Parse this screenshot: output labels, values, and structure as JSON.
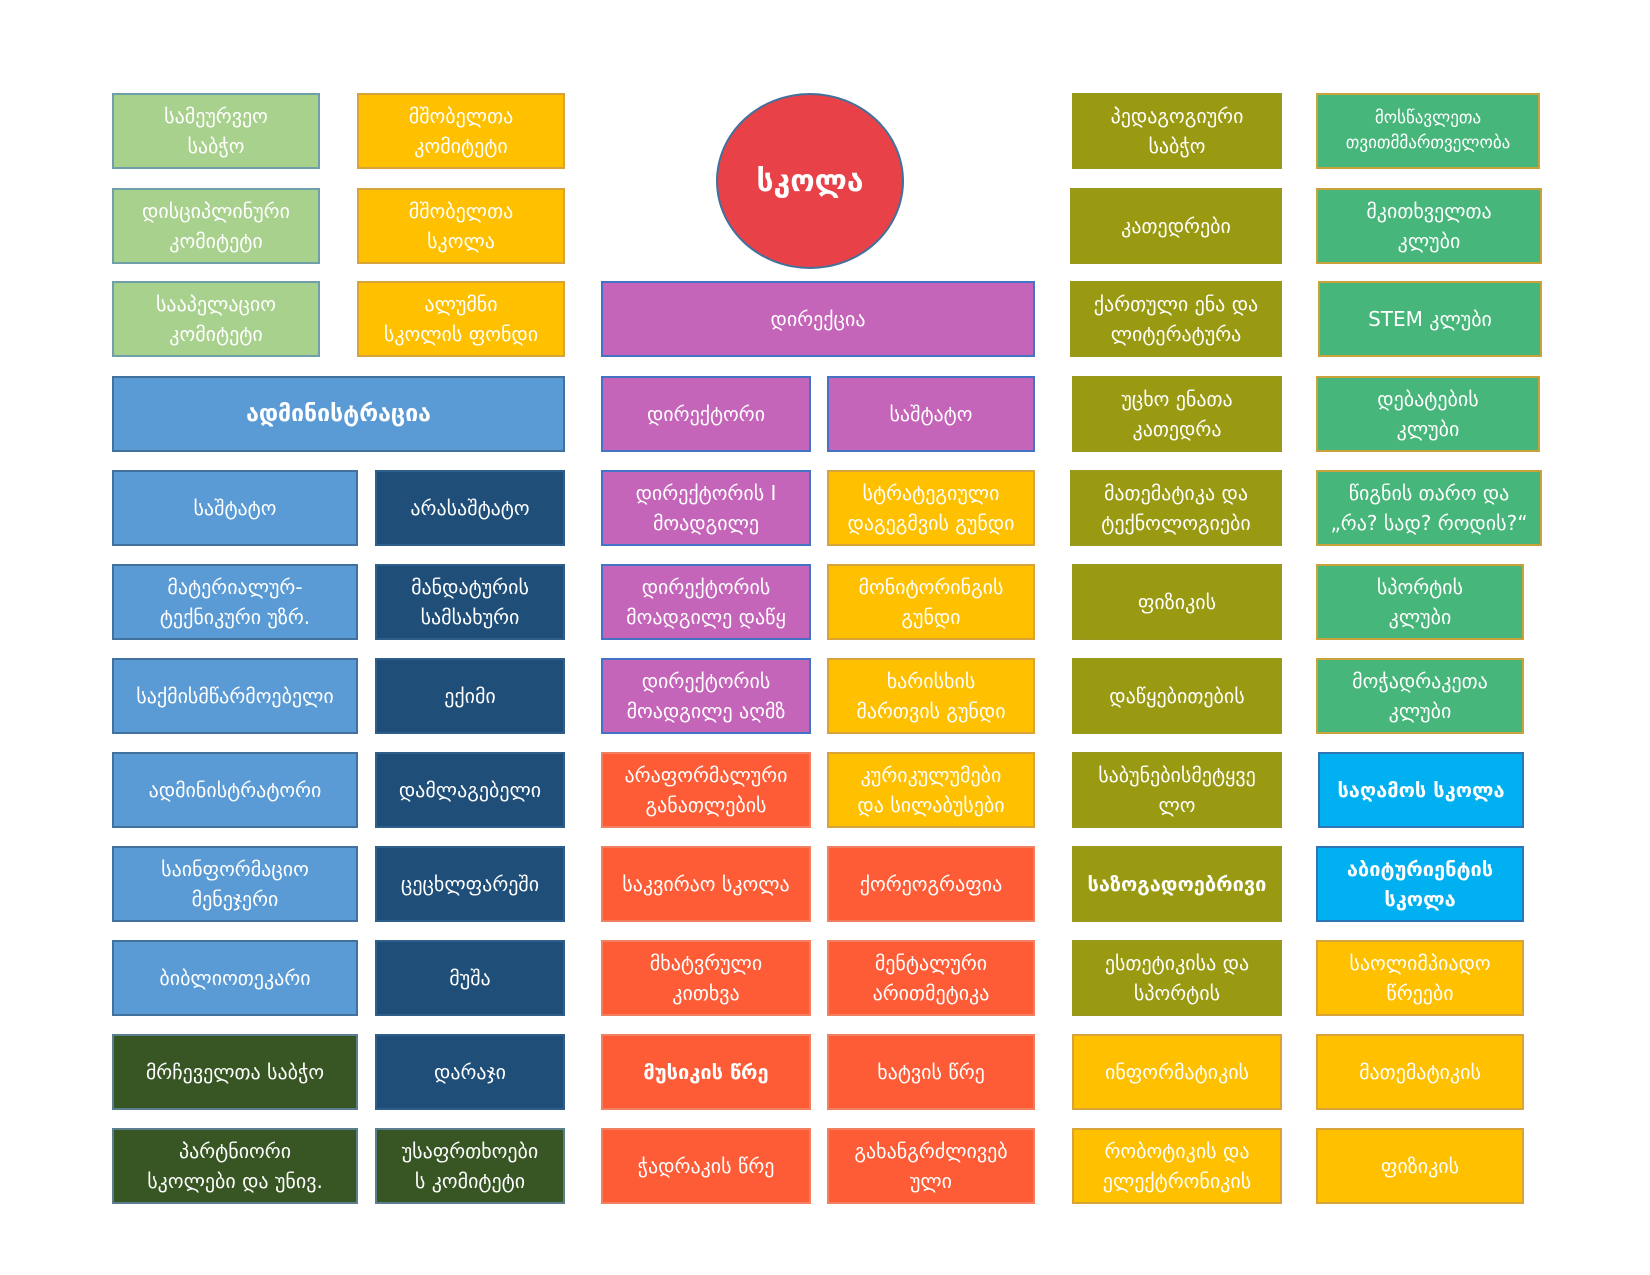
{
  "colors": {
    "light_green": {
      "bg": "#a9d18e",
      "border": "#6f9fa9"
    },
    "yellow": {
      "bg": "#ffc000",
      "border": "#d8a43a"
    },
    "olive": {
      "bg": "#999a11",
      "border": "#9a9a1a"
    },
    "teal": {
      "bg": "#47b67a",
      "border": "#c9a23a"
    },
    "blue": {
      "bg": "#5b9bd5",
      "border": "#41719c"
    },
    "navy": {
      "bg": "#1f4e79",
      "border": "#2e5f8a"
    },
    "dark_green": {
      "bg": "#375623",
      "border": "#5b7e8f"
    },
    "purple": {
      "bg": "#c565b9",
      "border": "#4472c4"
    },
    "red_orange": {
      "bg": "#fe5c36",
      "border": "#f08060"
    },
    "cyan": {
      "bg": "#00b0f0",
      "border": "#2e75b6"
    },
    "circle_red": {
      "bg": "#e84248",
      "border": "#41719c"
    }
  },
  "center": {
    "label": "სკოლა"
  },
  "nodes": [
    {
      "text": "სამეურვეო\nსაბჭო",
      "color": "light_green"
    },
    {
      "text": "დისციპლინური\nკომიტეტი",
      "color": "light_green"
    },
    {
      "text": "სააპელაციო\nკომიტეტი",
      "color": "light_green"
    },
    {
      "text": "მშობელთა\nკომიტეტი",
      "color": "yellow"
    },
    {
      "text": "მშობელთა\nსკოლა",
      "color": "yellow"
    },
    {
      "text": "ალუმნი\nსკოლის ფონდი",
      "color": "yellow"
    },
    {
      "text": "ადმინისტრაცია",
      "color": "blue"
    },
    {
      "text": "საშტატო",
      "color": "blue"
    },
    {
      "text": "მატერიალურ-\nტექნიკური უზრ.",
      "color": "blue"
    },
    {
      "text": "საქმისმწარმოებელი",
      "color": "blue"
    },
    {
      "text": "ადმინისტრატორი",
      "color": "blue"
    },
    {
      "text": "საინფორმაციო\nმენეჯერი",
      "color": "blue"
    },
    {
      "text": "ბიბლიოთეკარი",
      "color": "blue"
    },
    {
      "text": "მრჩეველთა საბჭო",
      "color": "dark_green"
    },
    {
      "text": "პარტნიორი\nსკოლები და უნივ.",
      "color": "dark_green"
    },
    {
      "text": "არასაშტატო",
      "color": "navy"
    },
    {
      "text": "მანდატურის\nსამსახური",
      "color": "navy"
    },
    {
      "text": "ექიმი",
      "color": "navy"
    },
    {
      "text": "დამლაგებელი",
      "color": "navy"
    },
    {
      "text": "ცეცხლფარეში",
      "color": "navy"
    },
    {
      "text": "მუშა",
      "color": "navy"
    },
    {
      "text": "დარაჯი",
      "color": "navy"
    },
    {
      "text": "უსაფრთხოები\nს კომიტეტი",
      "color": "dark_green"
    },
    {
      "text": "დირექცია",
      "color": "purple"
    },
    {
      "text": "დირექტორი",
      "color": "purple"
    },
    {
      "text": "დირექტორის I\nმოადგილე",
      "color": "purple"
    },
    {
      "text": "დირექტორის\nმოადგილე დაწყ",
      "color": "purple"
    },
    {
      "text": "დირექტორის\nმოადგილე აღმზ",
      "color": "purple"
    },
    {
      "text": "არაფორმალური\nგანათლების",
      "color": "red_orange"
    },
    {
      "text": "საკვირაო სკოლა",
      "color": "red_orange"
    },
    {
      "text": "მხატვრული\nკითხვა",
      "color": "red_orange"
    },
    {
      "text": "მუსიკის წრე",
      "color": "red_orange"
    },
    {
      "text": "ჭადრაკის წრე",
      "color": "red_orange"
    },
    {
      "text": "საშტატო",
      "color": "purple"
    },
    {
      "text": "სტრატეგიული\nდაგეგმვის გუნდი",
      "color": "yellow"
    },
    {
      "text": "მონიტორინგის\nგუნდი",
      "color": "yellow"
    },
    {
      "text": "ხარისხის\nმართვის გუნდი",
      "color": "yellow"
    },
    {
      "text": "კურიკულუმები\nდა სილაბუსები",
      "color": "yellow"
    },
    {
      "text": "ქორეოგრაფია",
      "color": "red_orange"
    },
    {
      "text": "მენტალური\nარითმეტიკა",
      "color": "red_orange"
    },
    {
      "text": "ხატვის წრე",
      "color": "red_orange"
    },
    {
      "text": "გახანგრძლივებ\nული",
      "color": "red_orange"
    },
    {
      "text": "პედაგოგიური\nსაბჭო",
      "color": "olive"
    },
    {
      "text": "კათედრები",
      "color": "olive"
    },
    {
      "text": "ქართული ენა და\nლიტერატურა",
      "color": "olive"
    },
    {
      "text": "უცხო ენათა\nკათედრა",
      "color": "olive"
    },
    {
      "text": "მათემატიკა და\nტექნოლოგიები",
      "color": "olive"
    },
    {
      "text": "ფიზიკის",
      "color": "olive"
    },
    {
      "text": "დაწყებითების",
      "color": "olive"
    },
    {
      "text": "საბუნებისმეტყვე\nლო",
      "color": "olive"
    },
    {
      "text": "საზოგადოებრივი",
      "color": "olive"
    },
    {
      "text": "ესთეტიკისა და\nსპორტის",
      "color": "olive"
    },
    {
      "text": "ინფორმატიკის",
      "color": "yellow"
    },
    {
      "text": "რობოტიკის და\nელექტრონიკის",
      "color": "yellow"
    },
    {
      "text": "მოსწავლეთა\nთვითმმართველობა",
      "color": "teal"
    },
    {
      "text": "მკითხველთა\nკლუბი",
      "color": "teal"
    },
    {
      "text": "STEM კლუბი",
      "color": "teal"
    },
    {
      "text": "დებატების\nკლუბი",
      "color": "teal"
    },
    {
      "text": "წიგნის თარო და\n„რა? სად? როდის?“",
      "color": "teal"
    },
    {
      "text": "სპორტის\nკლუბი",
      "color": "teal"
    },
    {
      "text": "მოჭადრაკეთა\nკლუბი",
      "color": "teal"
    },
    {
      "text": "საღამოს სკოლა",
      "color": "cyan"
    },
    {
      "text": "აბიტურიენტის\nსკოლა",
      "color": "cyan"
    },
    {
      "text": "საოლიმპიადო\nწრეები",
      "color": "yellow"
    },
    {
      "text": "მათემატიკის",
      "color": "yellow"
    },
    {
      "text": "ფიზიკის",
      "color": "yellow"
    }
  ]
}
